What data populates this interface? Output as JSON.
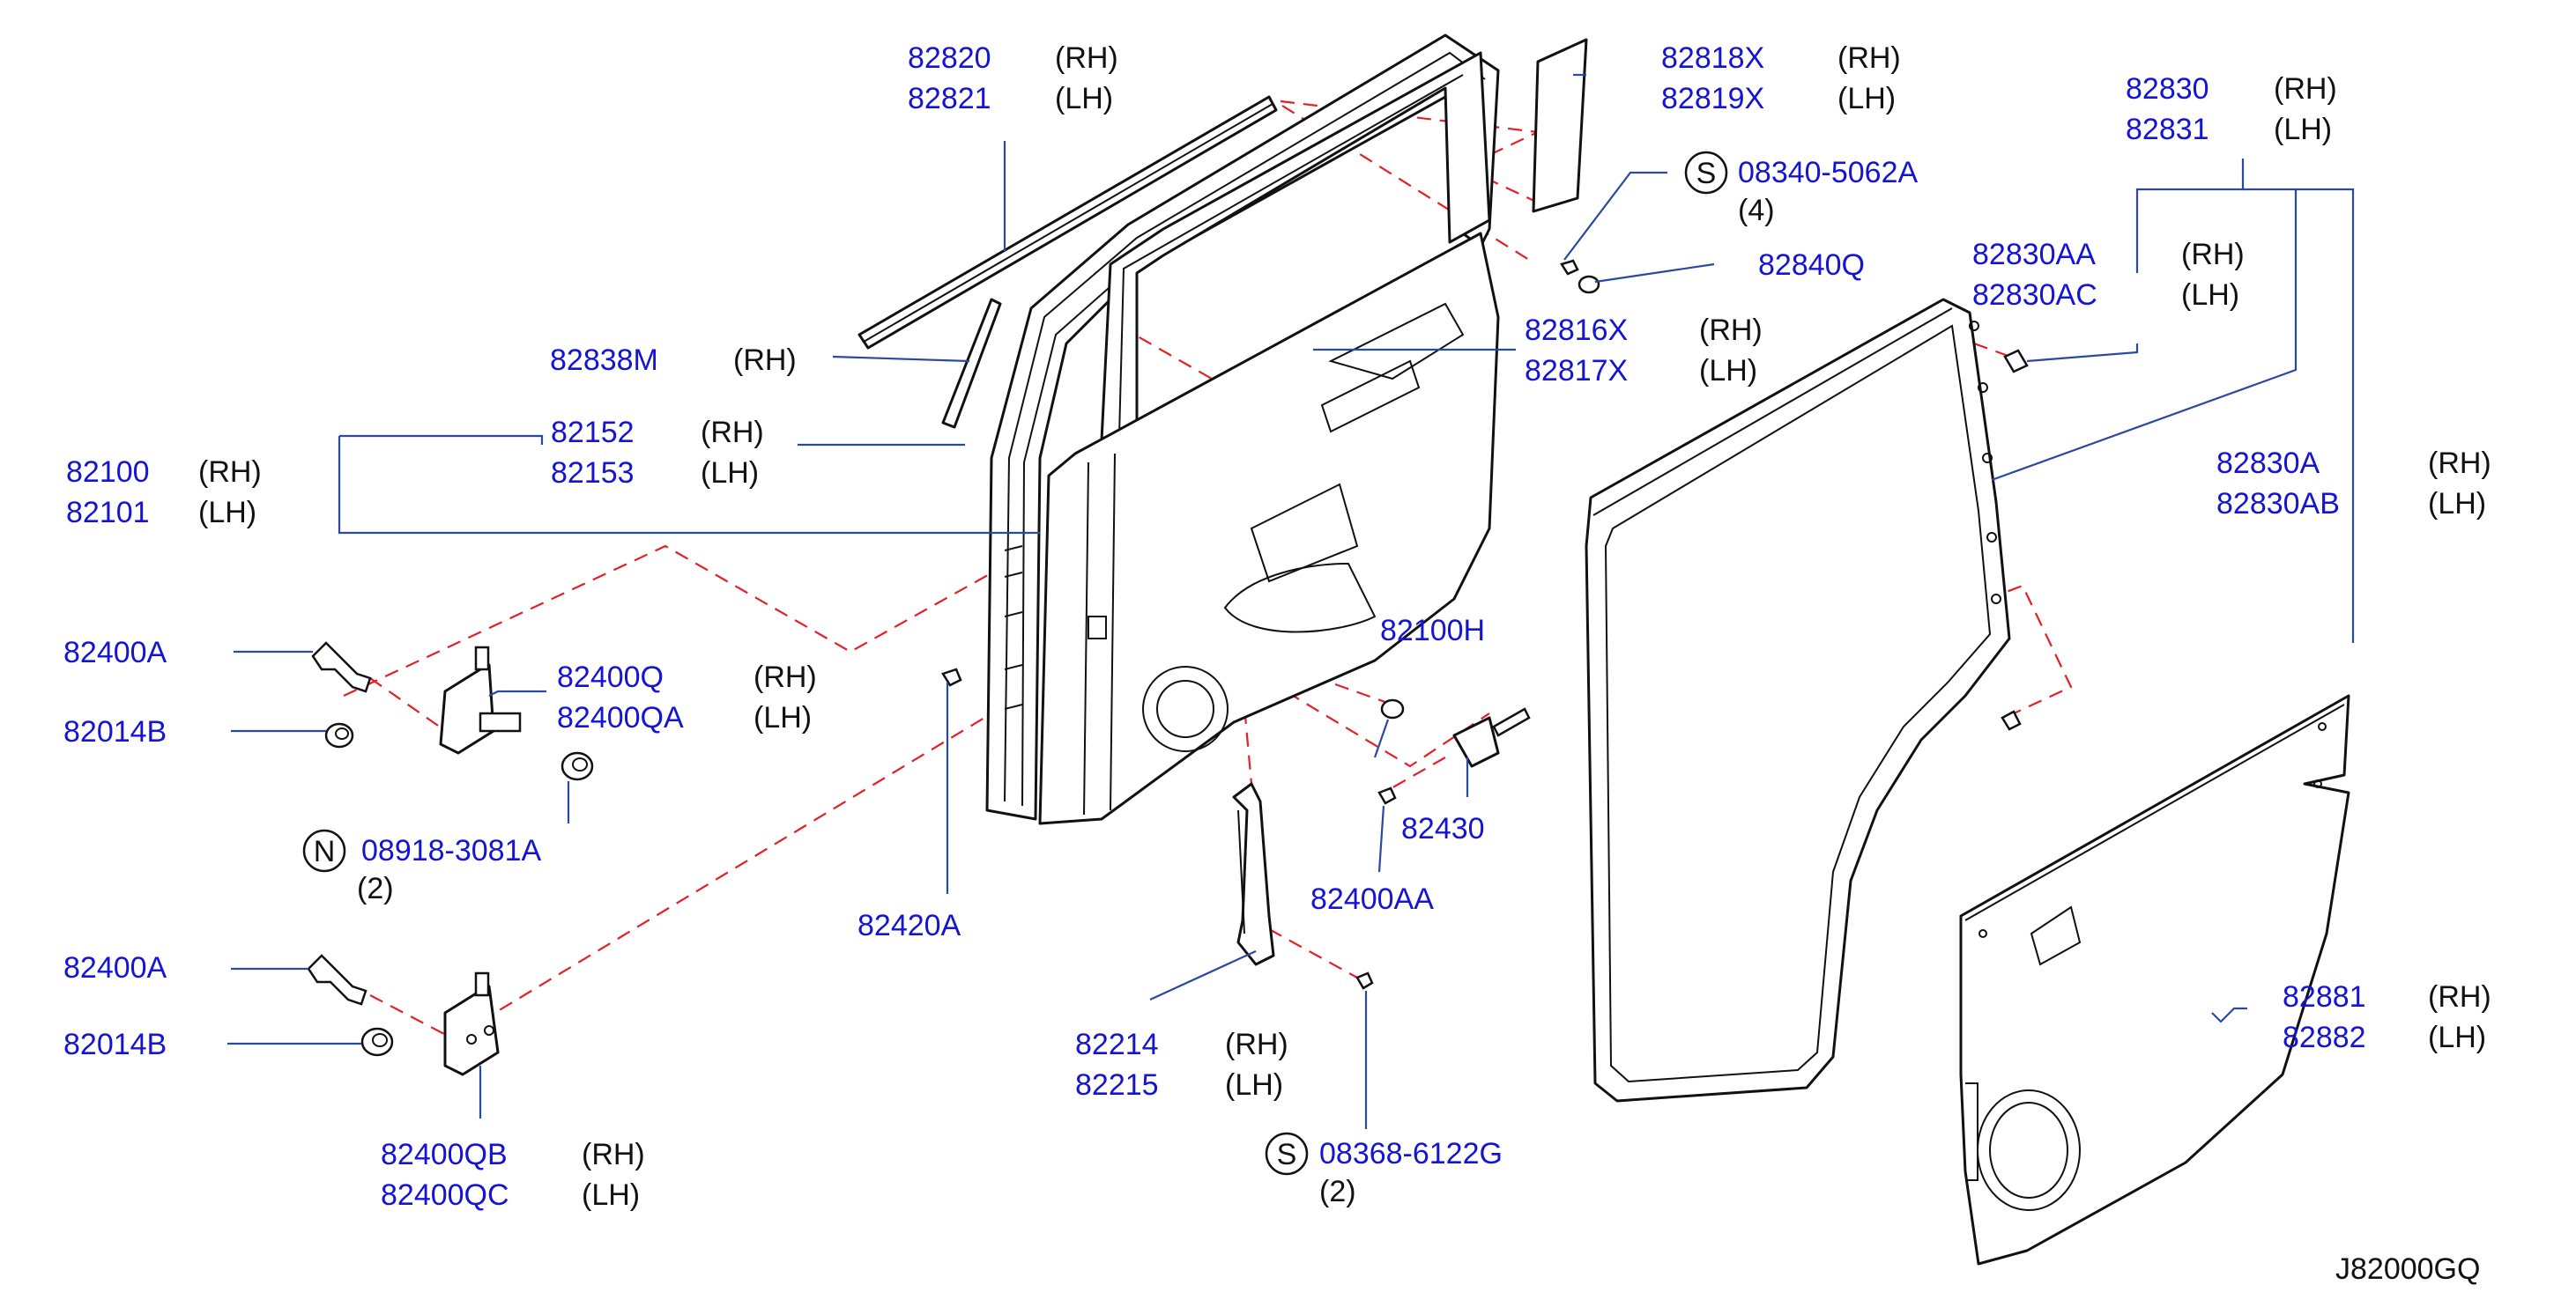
{
  "diagram_code": "J82000GQ",
  "side_labels": {
    "rh": "(RH)",
    "lh": "(LH)"
  },
  "parts": {
    "p82820": "82820",
    "p82821": "82821",
    "p82818x": "82818X",
    "p82819x": "82819X",
    "p82830": "82830",
    "p82831": "82831",
    "p08340": "08340-5062A",
    "q08340": "(4)",
    "p82840q": "82840Q",
    "p82830aa": "82830AA",
    "p82830ac": "82830AC",
    "p82838m": "82838M",
    "p82816x": "82816X",
    "p82817x": "82817X",
    "p82100": "82100",
    "p82101": "82101",
    "p82152": "82152",
    "p82153": "82153",
    "p82830a": "82830A",
    "p82830ab": "82830AB",
    "p82400a_1": "82400A",
    "p82014b_1": "82014B",
    "p82400q": "82400Q",
    "p82400qa": "82400QA",
    "p82100h": "82100H",
    "p08918": "08918-3081A",
    "q08918": "(2)",
    "p82430": "82430",
    "p82400aa": "82400AA",
    "p82420a": "82420A",
    "p82400a_2": "82400A",
    "p82014b_2": "82014B",
    "p82881": "82881",
    "p82882": "82882",
    "p82214": "82214",
    "p82215": "82215",
    "p82400qb": "82400QB",
    "p82400qc": "82400QC",
    "p08368": "08368-6122G",
    "q08368": "(2)"
  },
  "standard_symbols": {
    "s": "S",
    "n": "N"
  },
  "colors": {
    "part_number": "#1414d2",
    "leader": "#2b4a9e",
    "dashed_guide": "#e41f26",
    "line_art": "#111111"
  }
}
